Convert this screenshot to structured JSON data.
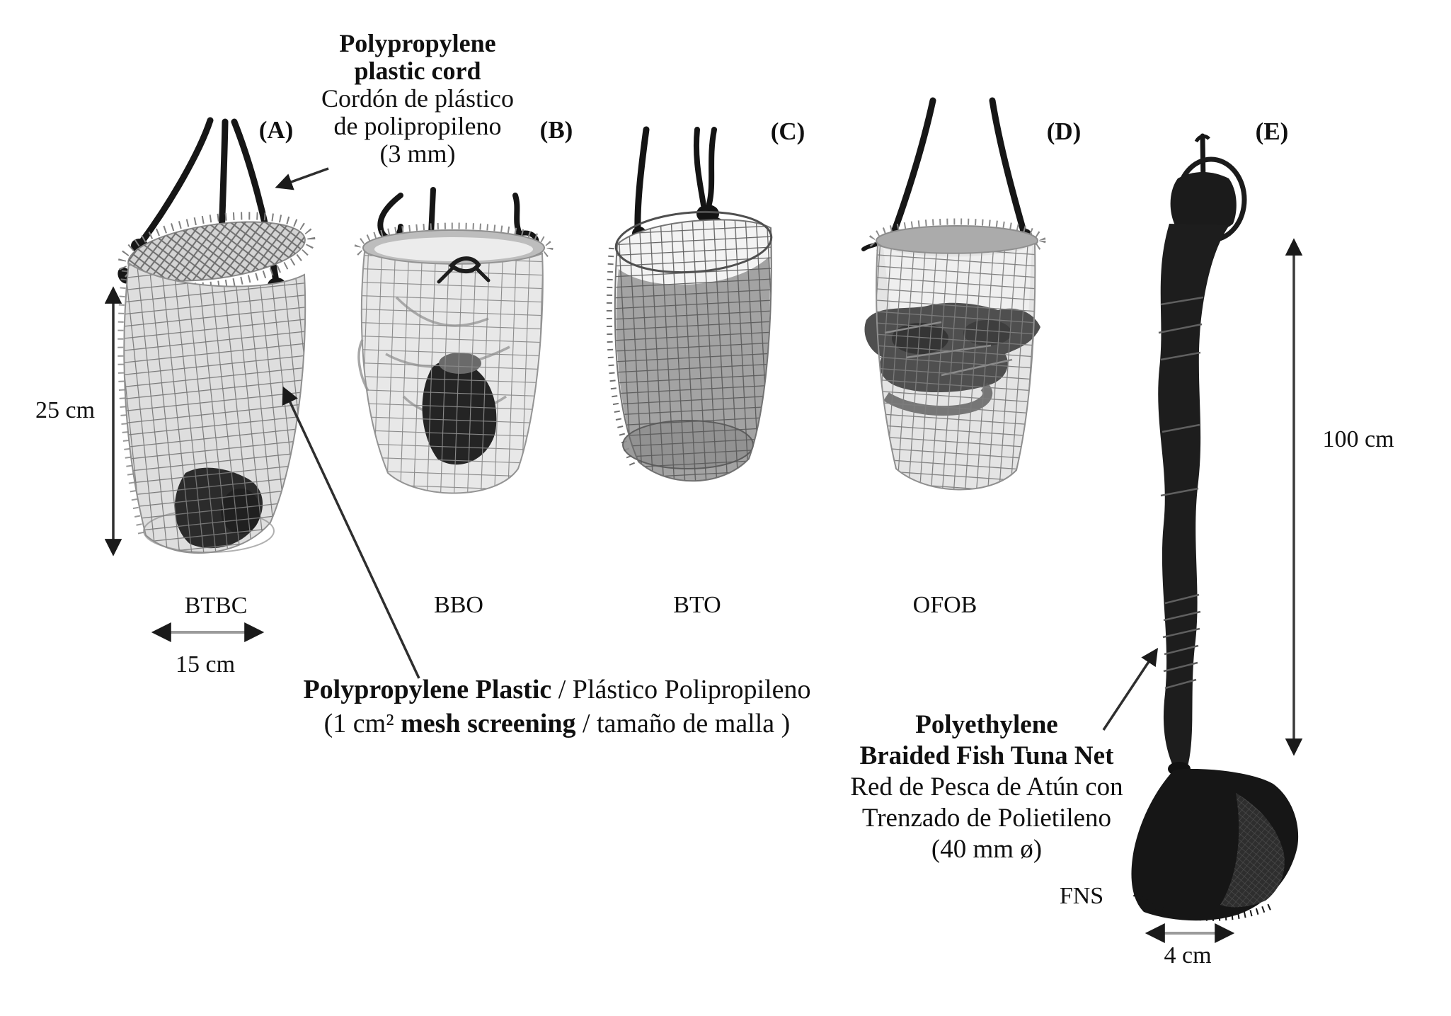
{
  "figure": {
    "panel_labels": [
      {
        "id": "A",
        "label": "(A)"
      },
      {
        "id": "B",
        "label": "(B)"
      },
      {
        "id": "C",
        "label": "(C)"
      },
      {
        "id": "D",
        "label": "(D)"
      },
      {
        "id": "E",
        "label": "(E)"
      }
    ],
    "device_codes": [
      {
        "code": "BTBC"
      },
      {
        "code": "BBO"
      },
      {
        "code": "BTO"
      },
      {
        "code": "OFOB"
      },
      {
        "code": "FNS"
      }
    ],
    "dimensions": {
      "basket_height": "25 cm",
      "basket_diameter": "15 cm",
      "net_length": "100 cm",
      "net_tail_width": "4 cm"
    },
    "cord_note": {
      "title_line1": "Polypropylene",
      "title_line2": "plastic cord",
      "sub_line1": "Cordón de plástico",
      "sub_line2": "de polipropileno",
      "sub_line3": "(3 mm)"
    },
    "mesh_note": {
      "line1_bold": "Polypropylene Plastic",
      "line1_rest": " / Plástico Polipropileno",
      "line2_pre": "(1 cm² ",
      "line2_bold": "mesh screening",
      "line2_rest": " / tamaño de malla )"
    },
    "net_note": {
      "title_line1": "Polyethylene",
      "title_line2": "Braided Fish Tuna Net",
      "sub_line1": "Red de Pesca de Atún con",
      "sub_line2": "Trenzado de Polietileno",
      "sub_line3": "(40 mm ø)"
    },
    "colors": {
      "background": "#ffffff",
      "text": "#101010",
      "cord": "#161616",
      "mesh_wire": "#7a7a7a",
      "net": "#1a1a1a",
      "arrow": "#2e2e2e"
    }
  }
}
